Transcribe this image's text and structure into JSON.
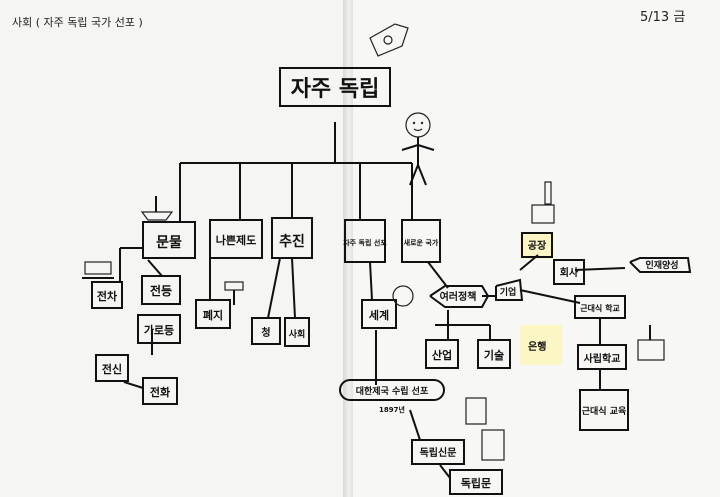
{
  "header": {
    "subject": "사회 ( 자주 독립 국가 선포 )",
    "date": "5/13 금"
  },
  "nodes": {
    "root": "자주 독립",
    "b1": "문물",
    "b2": "나쁜제도",
    "b3": "추진",
    "b4": "자주 독립 선포",
    "b5": "새로운 국가",
    "b1a": "전차",
    "b1b": "전등",
    "b1c": "가로등",
    "b1d": "전신",
    "b1e": "전화",
    "b2a": "폐지",
    "b3a": "청",
    "b3b": "사회",
    "b4a": "세계",
    "b4b": "대한제국 수립 선포",
    "b4c": "독립신문",
    "b4d": "독립문",
    "b5a": "여러정책",
    "b5b": "산업",
    "b5c": "기술",
    "b5d": "기업",
    "b5e": "공장",
    "b5f": "회사",
    "b5g": "은행",
    "b5h": "근대식 학교",
    "b5i": "사립학교",
    "b5j": "근대식 교육",
    "b5k": "인재양성",
    "small_year": "1897년"
  },
  "icons": [
    "flag-icon",
    "stick-figure-icon",
    "ship-icon",
    "tram-icon",
    "lamp-icon",
    "factory-icon",
    "school-icon",
    "globe-icon",
    "newspaper-icon",
    "gate-icon"
  ]
}
